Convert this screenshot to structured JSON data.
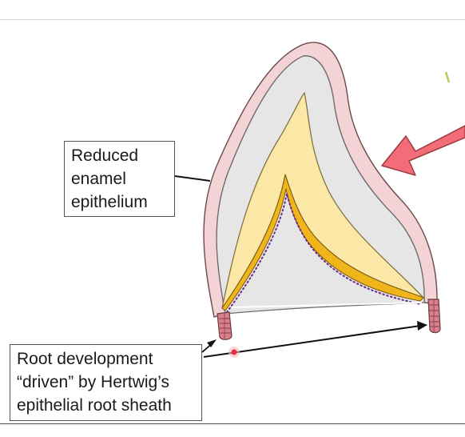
{
  "labels": {
    "reduced_enamel_epithelium": [
      "Reduced",
      "enamel",
      "epithelium"
    ],
    "root_development": [
      "Root development",
      "“driven” by Hertwig’s",
      "epithelial root sheath"
    ]
  },
  "colors": {
    "outer_epithelium_fill": "#f3d3d6",
    "outer_epithelium_stroke": "#6b4a4a",
    "enamel_space": "#e6e6e6",
    "dentin": "#fbe8a6",
    "predentin": "#f1b51c",
    "odontoblast_dots": "#6b2a86",
    "arrow_pink": "#f26d77",
    "root_sheath": "#d8808c",
    "pointer_dot": "#e0303a"
  },
  "icons": {
    "big_arrow": "pink-arrow-icon",
    "pointer": "red-dot-icon"
  }
}
